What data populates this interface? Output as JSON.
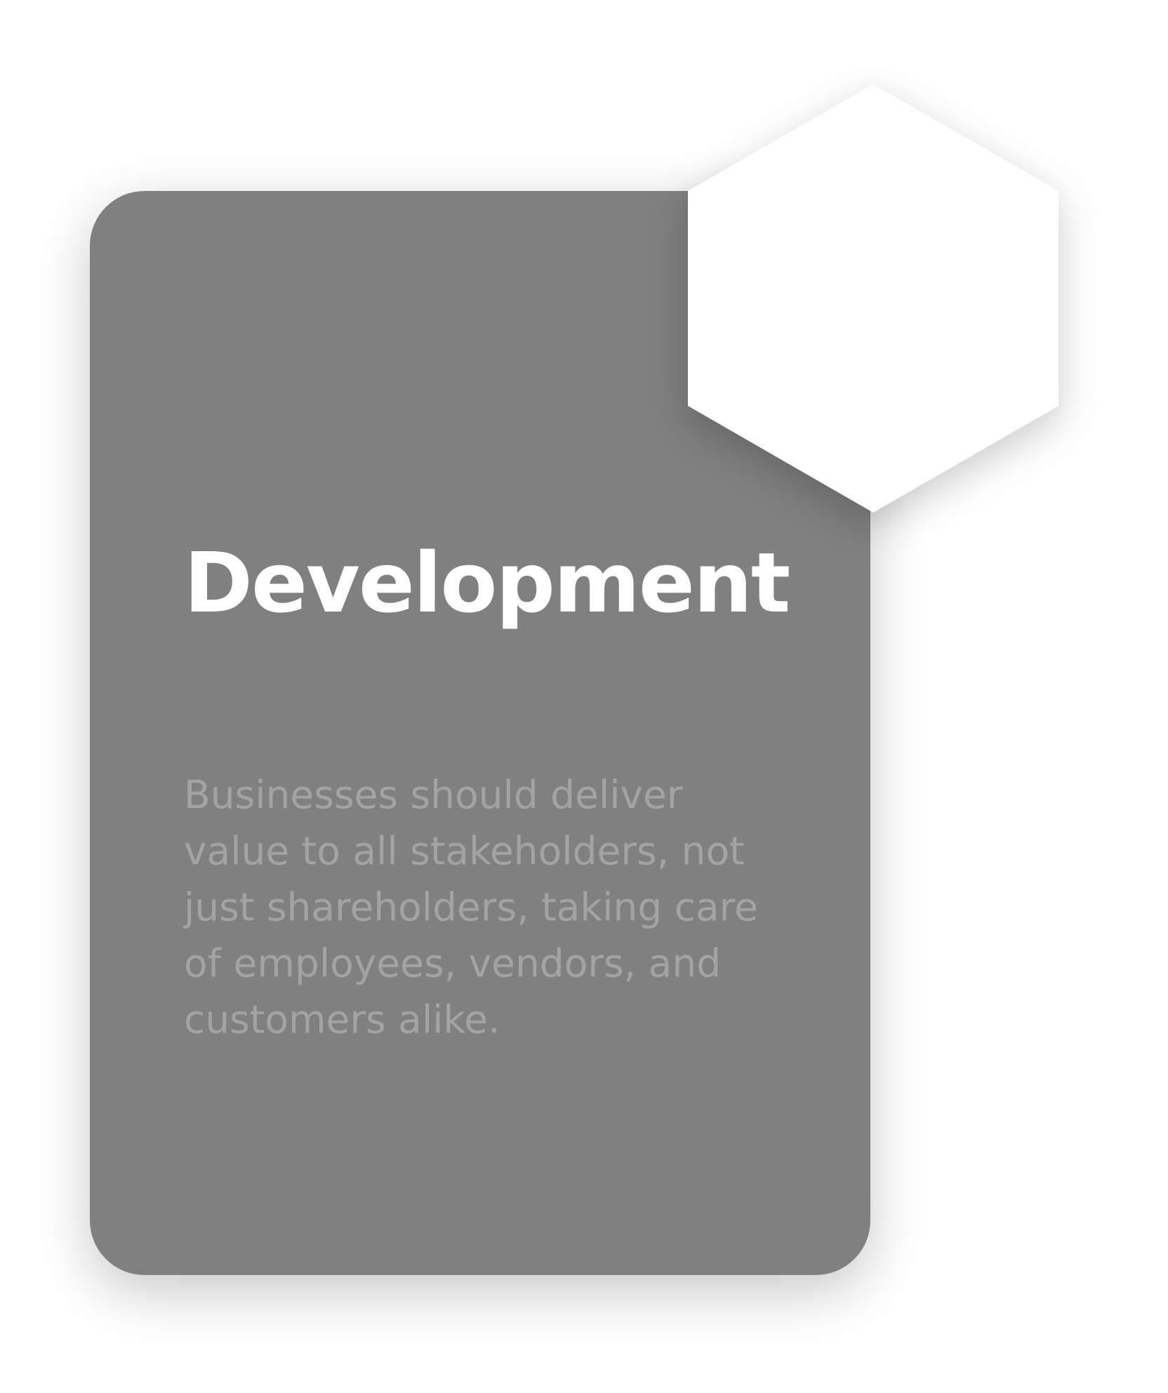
{
  "card": {
    "title": "Development",
    "body": "Businesses should deliver value to all stakeholders, not just shareholders, taking care of employees, vendors, and customers alike."
  },
  "decoration": {
    "hexagon": "hexagon-shape"
  },
  "colors": {
    "card_background": "#808080",
    "title_text": "#ffffff",
    "body_text": "#a3a3a3",
    "hexagon_fill": "#ffffff",
    "page_background": "#ffffff"
  }
}
